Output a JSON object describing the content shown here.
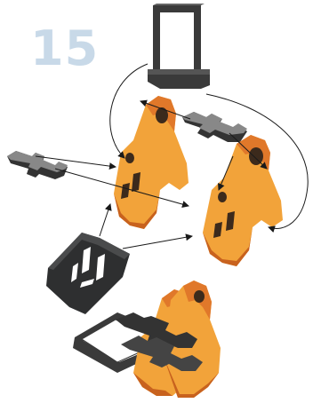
{
  "step": {
    "number": "15"
  },
  "colors": {
    "part_orange": "#f2a33a",
    "part_orange_dark": "#e0782a",
    "part_edge": "#3c2a1c",
    "slot_dark": "#2e2f30",
    "frame_dark": "#3a3a3a",
    "arrow": "#1a1a1a",
    "step_number": "#c8d9e8"
  },
  "parts": [
    {
      "id": "rectangular-frame",
      "icon": "frame-icon"
    },
    {
      "id": "left-crossbar",
      "icon": "crossbar-icon"
    },
    {
      "id": "right-crossbar",
      "icon": "crossbar-icon"
    },
    {
      "id": "left-side-panel",
      "icon": "side-panel-icon"
    },
    {
      "id": "right-side-panel",
      "icon": "side-panel-icon"
    },
    {
      "id": "base-plate",
      "icon": "base-plate-icon"
    },
    {
      "id": "assembled-model",
      "icon": "assembly-icon"
    }
  ]
}
